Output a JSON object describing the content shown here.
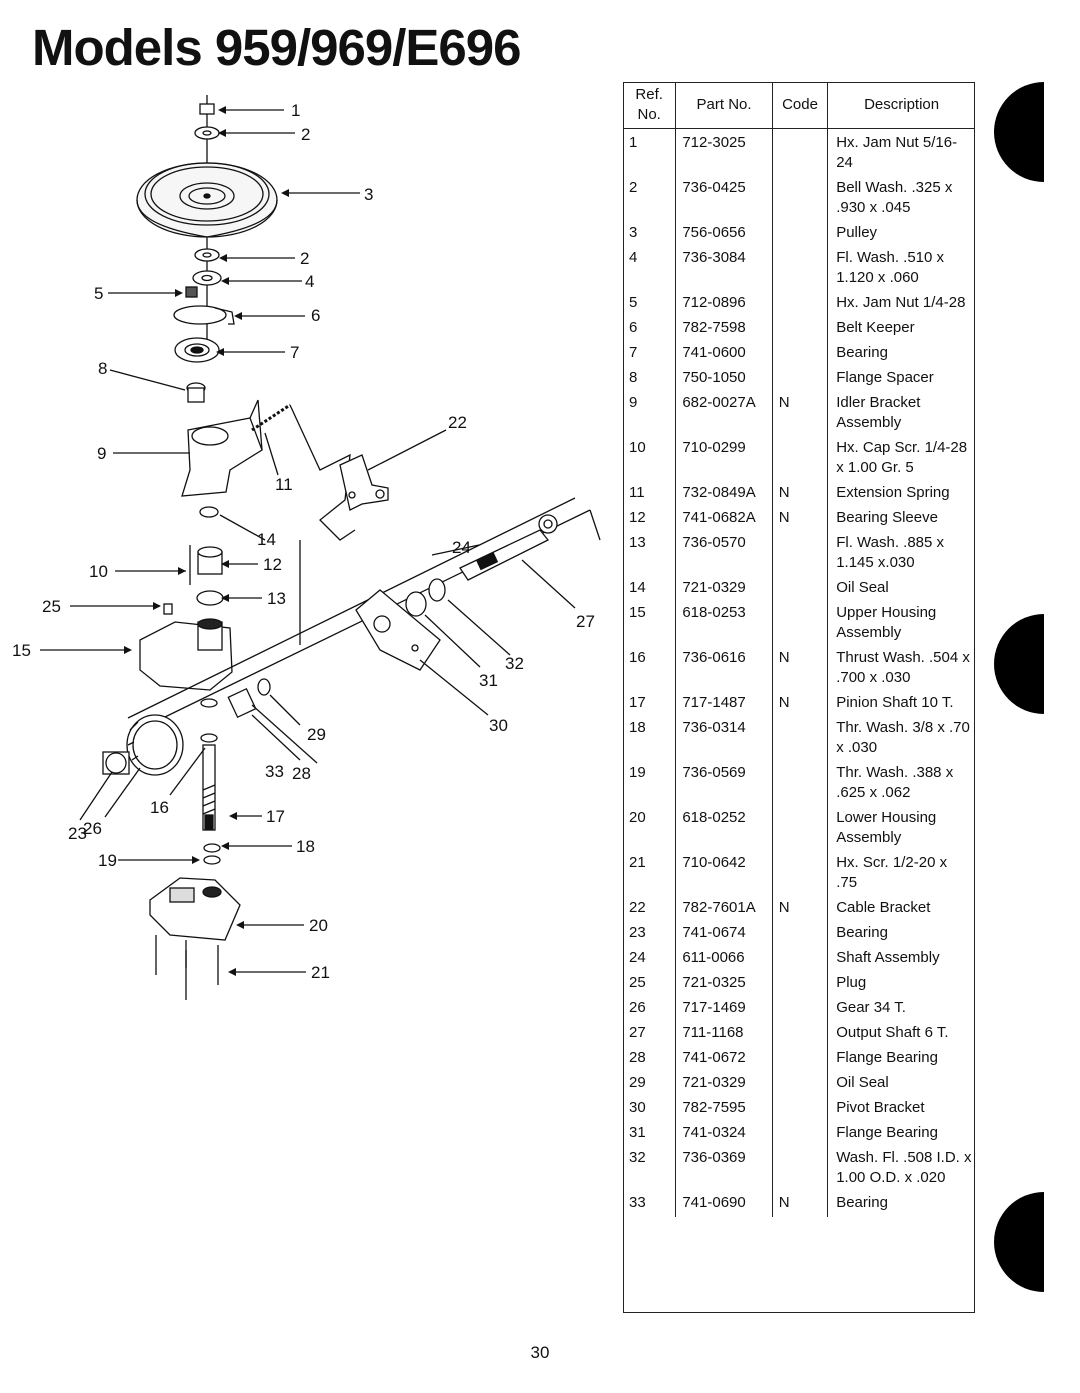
{
  "page": {
    "title": "Models 959/969/E696",
    "page_number": "30"
  },
  "diagram": {
    "callouts": [
      "1",
      "2",
      "3",
      "2",
      "4",
      "5",
      "6",
      "7",
      "8",
      "22",
      "9",
      "11",
      "14",
      "24",
      "10",
      "12",
      "13",
      "25",
      "27",
      "15",
      "32",
      "31",
      "29",
      "30",
      "33",
      "28",
      "16",
      "17",
      "23",
      "26",
      "18",
      "19",
      "20",
      "21"
    ]
  },
  "table": {
    "headers": {
      "ref": "Ref. No.",
      "part": "Part No.",
      "code": "Code",
      "description": "Description"
    },
    "rows": [
      {
        "ref": "1",
        "part": "712-3025",
        "code": "",
        "desc": "Hx. Jam Nut 5/16-24"
      },
      {
        "ref": "2",
        "part": "736-0425",
        "code": "",
        "desc": "Bell Wash. .325 x .930 x .045"
      },
      {
        "ref": "3",
        "part": "756-0656",
        "code": "",
        "desc": "Pulley"
      },
      {
        "ref": "4",
        "part": "736-3084",
        "code": "",
        "desc": "Fl. Wash. .510 x 1.120 x .060"
      },
      {
        "ref": "5",
        "part": "712-0896",
        "code": "",
        "desc": "Hx. Jam Nut 1/4-28"
      },
      {
        "ref": "6",
        "part": "782-7598",
        "code": "",
        "desc": "Belt Keeper"
      },
      {
        "ref": "7",
        "part": "741-0600",
        "code": "",
        "desc": "Bearing"
      },
      {
        "ref": "8",
        "part": "750-1050",
        "code": "",
        "desc": "Flange Spacer"
      },
      {
        "ref": "9",
        "part": "682-0027A",
        "code": "N",
        "desc": "Idler Bracket Assembly"
      },
      {
        "ref": "10",
        "part": "710-0299",
        "code": "",
        "desc": "Hx. Cap Scr. 1/4-28 x 1.00 Gr. 5"
      },
      {
        "ref": "11",
        "part": "732-0849A",
        "code": "N",
        "desc": "Extension Spring"
      },
      {
        "ref": "12",
        "part": "741-0682A",
        "code": "N",
        "desc": "Bearing Sleeve"
      },
      {
        "ref": "13",
        "part": "736-0570",
        "code": "",
        "desc": "Fl. Wash. .885 x 1.145 x.030"
      },
      {
        "ref": "14",
        "part": "721-0329",
        "code": "",
        "desc": "Oil Seal"
      },
      {
        "ref": "15",
        "part": "618-0253",
        "code": "",
        "desc": "Upper Housing Assembly"
      },
      {
        "ref": "16",
        "part": "736-0616",
        "code": "N",
        "desc": "Thrust Wash. .504 x .700 x .030"
      },
      {
        "ref": "17",
        "part": "717-1487",
        "code": "N",
        "desc": "Pinion Shaft 10 T."
      },
      {
        "ref": "18",
        "part": "736-0314",
        "code": "",
        "desc": "Thr. Wash. 3/8 x .70 x .030"
      },
      {
        "ref": "19",
        "part": "736-0569",
        "code": "",
        "desc": "Thr. Wash. .388 x .625 x .062"
      },
      {
        "ref": "20",
        "part": "618-0252",
        "code": "",
        "desc": "Lower Housing Assembly"
      },
      {
        "ref": "21",
        "part": "710-0642",
        "code": "",
        "desc": "Hx. Scr. 1/2-20 x .75"
      },
      {
        "ref": "22",
        "part": "782-7601A",
        "code": "N",
        "desc": "Cable Bracket"
      },
      {
        "ref": "23",
        "part": "741-0674",
        "code": "",
        "desc": "Bearing"
      },
      {
        "ref": "24",
        "part": "611-0066",
        "code": "",
        "desc": "Shaft Assembly"
      },
      {
        "ref": "25",
        "part": "721-0325",
        "code": "",
        "desc": "Plug"
      },
      {
        "ref": "26",
        "part": "717-1469",
        "code": "",
        "desc": "Gear 34 T."
      },
      {
        "ref": "27",
        "part": "711-1168",
        "code": "",
        "desc": "Output Shaft 6 T."
      },
      {
        "ref": "28",
        "part": "741-0672",
        "code": "",
        "desc": "Flange Bearing"
      },
      {
        "ref": "29",
        "part": "721-0329",
        "code": "",
        "desc": "Oil Seal"
      },
      {
        "ref": "30",
        "part": "782-7595",
        "code": "",
        "desc": "Pivot Bracket"
      },
      {
        "ref": "31",
        "part": "741-0324",
        "code": "",
        "desc": "Flange Bearing"
      },
      {
        "ref": "32",
        "part": "736-0369",
        "code": "",
        "desc": "Wash. Fl. .508 I.D. x 1.00 O.D. x .020"
      },
      {
        "ref": "33",
        "part": "741-0690",
        "code": "N",
        "desc": "Bearing"
      }
    ]
  }
}
